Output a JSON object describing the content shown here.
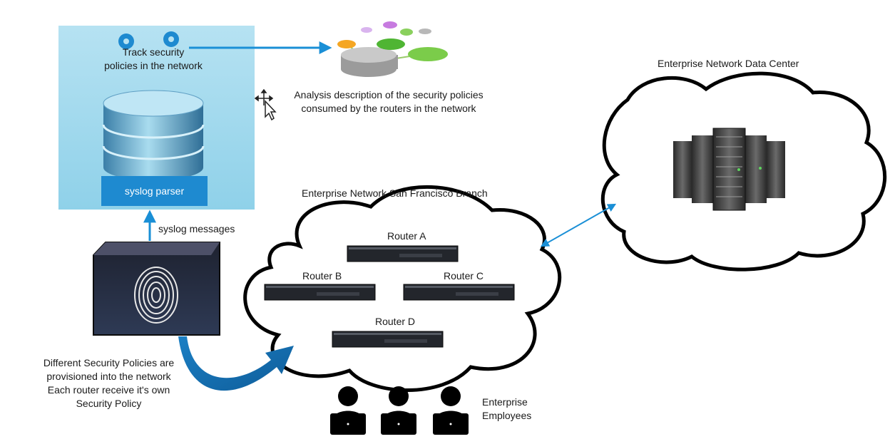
{
  "parser_panel": {
    "track_label": "Track security\npolicies in the network",
    "parser_label": "syslog parser"
  },
  "analysis_label": "Analysis description of the security policies\nconsumed by the routers in the network",
  "syslog_label": "syslog messages",
  "policies_label": "Different Security Policies are\nprovisioned into the network\nEach router receive it's own\nSecurity Policy",
  "branch": {
    "title": "Enterprise Network San Francisco Branch",
    "routers": [
      "Router A",
      "Router B",
      "Router C",
      "Router D"
    ]
  },
  "datacenter": {
    "title": "Enterprise Network Data Center"
  },
  "employees_label": "Enterprise\nEmployees",
  "colors": {
    "arrow": "#1a8fd6",
    "panel": "#9fd8ee",
    "parser": "#1e8ad0"
  }
}
